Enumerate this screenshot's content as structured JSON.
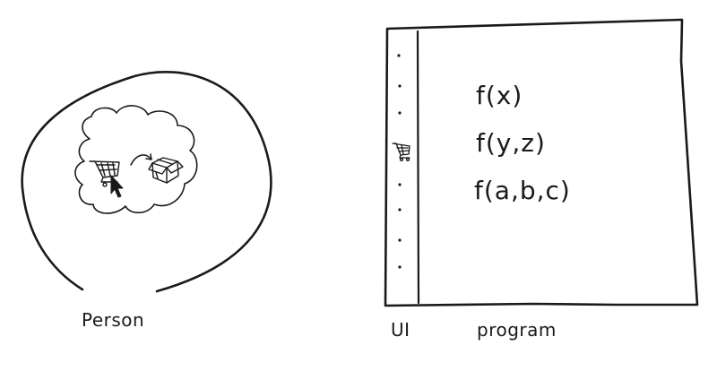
{
  "person": {
    "label": "Person"
  },
  "ui": {
    "label": "UI"
  },
  "program": {
    "label": "program",
    "functions": [
      "f(x)",
      "f(y,z)",
      "f(a,b,c)"
    ]
  },
  "icons": {
    "thought_from": "shopping-cart-icon",
    "thought_to": "package-box-icon",
    "pointer": "mouse-pointer-icon",
    "ui_item": "shopping-cart-icon"
  },
  "colors": {
    "ink": "#1a1a1a",
    "background": "#ffffff"
  }
}
